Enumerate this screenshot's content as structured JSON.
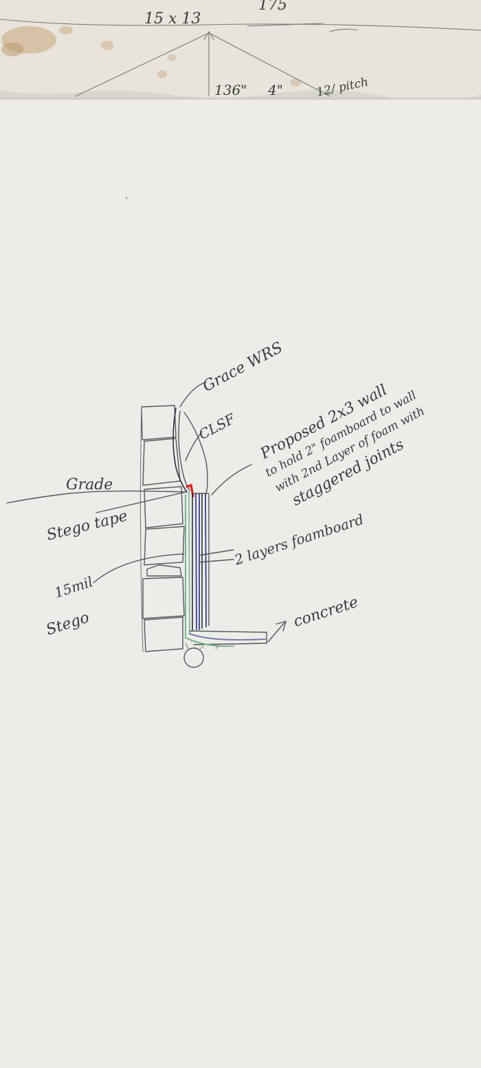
{
  "top_sheet": {
    "dimension_text": "15 x 13",
    "number_text": "175",
    "measure_136": "136\"",
    "measure_4": "4\"",
    "pitch_text": "12/ pitch"
  },
  "labels": {
    "grace_wrs": "Grace WRS",
    "clsf": "CLSF",
    "grade": "Grade",
    "stego_tape": "Stego tape",
    "stego_15mil_line1": "15mil",
    "stego_15mil_line2": "Stego",
    "two_layers_foamboard": "2 layers foamboard",
    "concrete": "concrete",
    "proposal_line1": "Proposed 2x3 wall",
    "proposal_line2": "to hold 2\" foamboard to wall",
    "proposal_line3": "with 2nd Layer of foam with",
    "proposal_line4": "staggered joints"
  },
  "colors": {
    "paper": "#ecece8",
    "pencil": "#555555",
    "ink_blue": "#3a3f8e",
    "ink_green": "#6fae86",
    "ink_red": "#d81e1e",
    "stain": "#b9936a"
  }
}
